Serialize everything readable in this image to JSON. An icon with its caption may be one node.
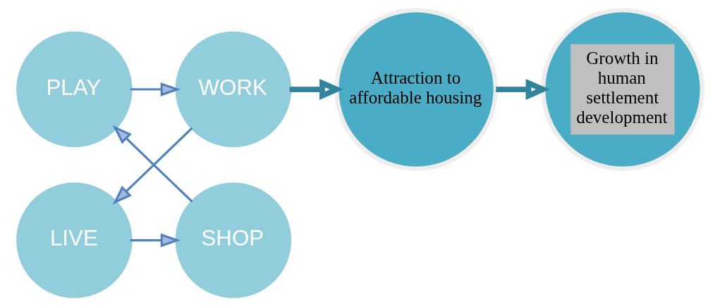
{
  "diagram": {
    "nodes": [
      {
        "text": [
          "PLAY"
        ]
      },
      {
        "text": [
          "SHOP"
        ]
      },
      {
        "text": [
          "WORK"
        ]
      },
      {
        "text": [
          "LIVE"
        ]
      },
      {
        "text": [
          "Attraction to affordable housing"
        ]
      },
      {
        "text": [
          "Growth in human settlement development"
        ]
      }
    ],
    "edges": [
      {
        "from": 1,
        "to": 0,
        "arrow": "to"
      },
      {
        "from": 0,
        "to": 2,
        "arrow": "to"
      },
      {
        "from": 2,
        "to": 3,
        "arrow": "to"
      },
      {
        "from": 3,
        "to": 1,
        "arrow": "to"
      },
      {
        "from": 2,
        "to": 4,
        "arrow": "to",
        "style": "thick",
        "color": "#31849b"
      },
      {
        "from": 4,
        "to": 5,
        "arrow": "to",
        "style": "thick",
        "color": "#31849b"
      }
    ]
  }
}
